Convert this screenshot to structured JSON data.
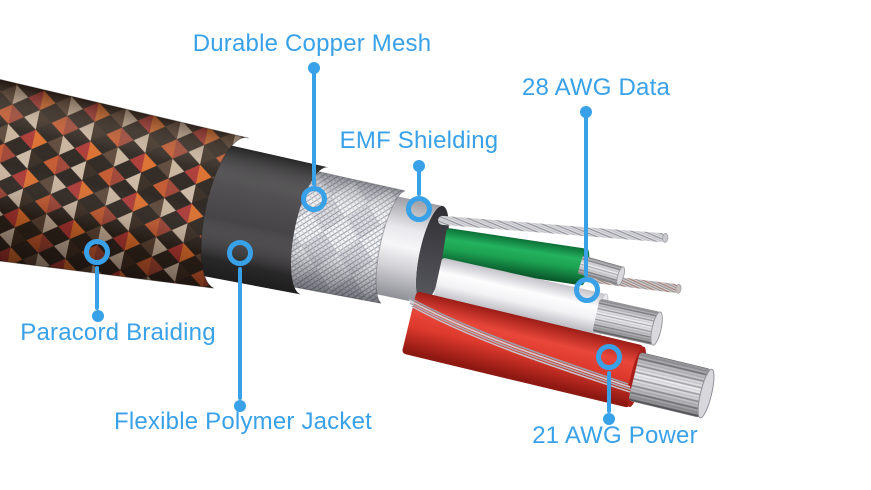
{
  "diagram_type": "cable-cutaway",
  "colors": {
    "background": "#ffffff",
    "accent": "#38a1e8",
    "paracord_red": "#a93330",
    "paracord_tan": "#c7b29b",
    "paracord_orange": "#d96a28",
    "paracord_dark": "#2b211b",
    "polymer_jacket": "#3f3d3f",
    "copper_mesh": "#f2f2f5",
    "emf_shield": "#e5e5e9",
    "data_wire_green": "#1da352",
    "data_wire_white": "#f4f4f6",
    "power_wire_red": "#de3a2e",
    "conductor_silver": "#c9c9cf"
  },
  "callouts": {
    "copper_mesh": {
      "label": "Durable Copper Mesh"
    },
    "data_28awg": {
      "label": "28 AWG Data"
    },
    "emf_shielding": {
      "label": "EMF Shielding"
    },
    "paracord": {
      "label": "Paracord Braiding"
    },
    "polymer_jacket": {
      "label": "Flexible Polymer Jacket"
    },
    "power_21awg": {
      "label": "21 AWG Power"
    }
  },
  "layers_order": [
    "Paracord Braiding",
    "Flexible Polymer Jacket",
    "Durable Copper Mesh",
    "EMF Shielding",
    "28 AWG Data",
    "21 AWG Power"
  ]
}
